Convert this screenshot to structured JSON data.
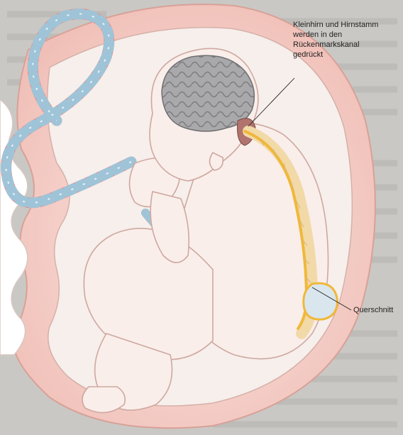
{
  "annotations": {
    "brainstem_line1": "Kleinhirn und Hirnstamm",
    "brainstem_line2": "werden in den",
    "brainstem_line3": "Rückenmarkskanal",
    "brainstem_line4": "gedrückt",
    "cross_section": "Querschnitt"
  },
  "colors": {
    "uterus": "#f2c8c1",
    "amniotic": "#f7f1ee",
    "skin": "#f9eeea",
    "brain": "#a9a9ab",
    "spine": "#f2d9a8",
    "spinal_canal": "#f0b83a",
    "umbilical_red": "#e98e8c",
    "umbilical_blue": "#9fc4d8"
  }
}
